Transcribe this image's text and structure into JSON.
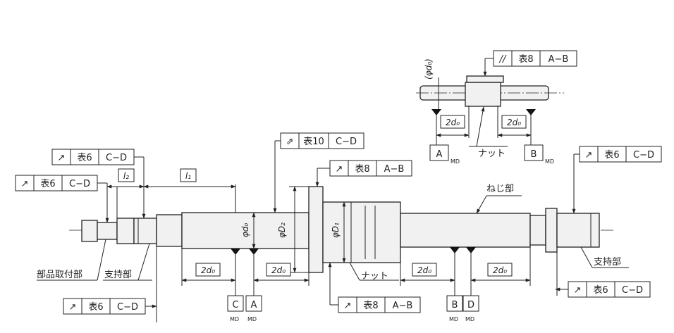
{
  "symbols": {
    "runout": "↗",
    "total_runout": "⇗",
    "parallelism": "//"
  },
  "frames": {
    "parallel_detail": {
      "value": "表8",
      "datum": "A−B"
    },
    "right_support_top": {
      "value": "表6",
      "datum": "C−D"
    },
    "total_runout_shaft": {
      "value": "表10",
      "datum": "C−D"
    },
    "flange_runout": {
      "value": "表8",
      "datum": "A−B"
    },
    "upper_left_support": {
      "value": "表6",
      "datum": "C−D"
    },
    "mount_part": {
      "value": "表6",
      "datum": "C−D"
    },
    "bottom_left": {
      "value": "表6",
      "datum": "C−D"
    },
    "nut_bottom": {
      "value": "表8",
      "datum": "A−B"
    },
    "right_support_bottom": {
      "value": "表6",
      "datum": "C−D"
    }
  },
  "datums": {
    "A": "A",
    "B": "B",
    "C": "C",
    "D": "D",
    "md": "MD"
  },
  "dims": {
    "two_d0": "2d₀",
    "l1": "l₁",
    "l2": "l₂",
    "phi_d0": "φd₀",
    "phi_D2": "φD₂",
    "phi_D1": "φD₁",
    "paren_phi_d0": "(φd₀)"
  },
  "labels": {
    "nut": "ナット",
    "thread": "ねじ部",
    "support": "支持部",
    "mount": "部品取付部"
  }
}
